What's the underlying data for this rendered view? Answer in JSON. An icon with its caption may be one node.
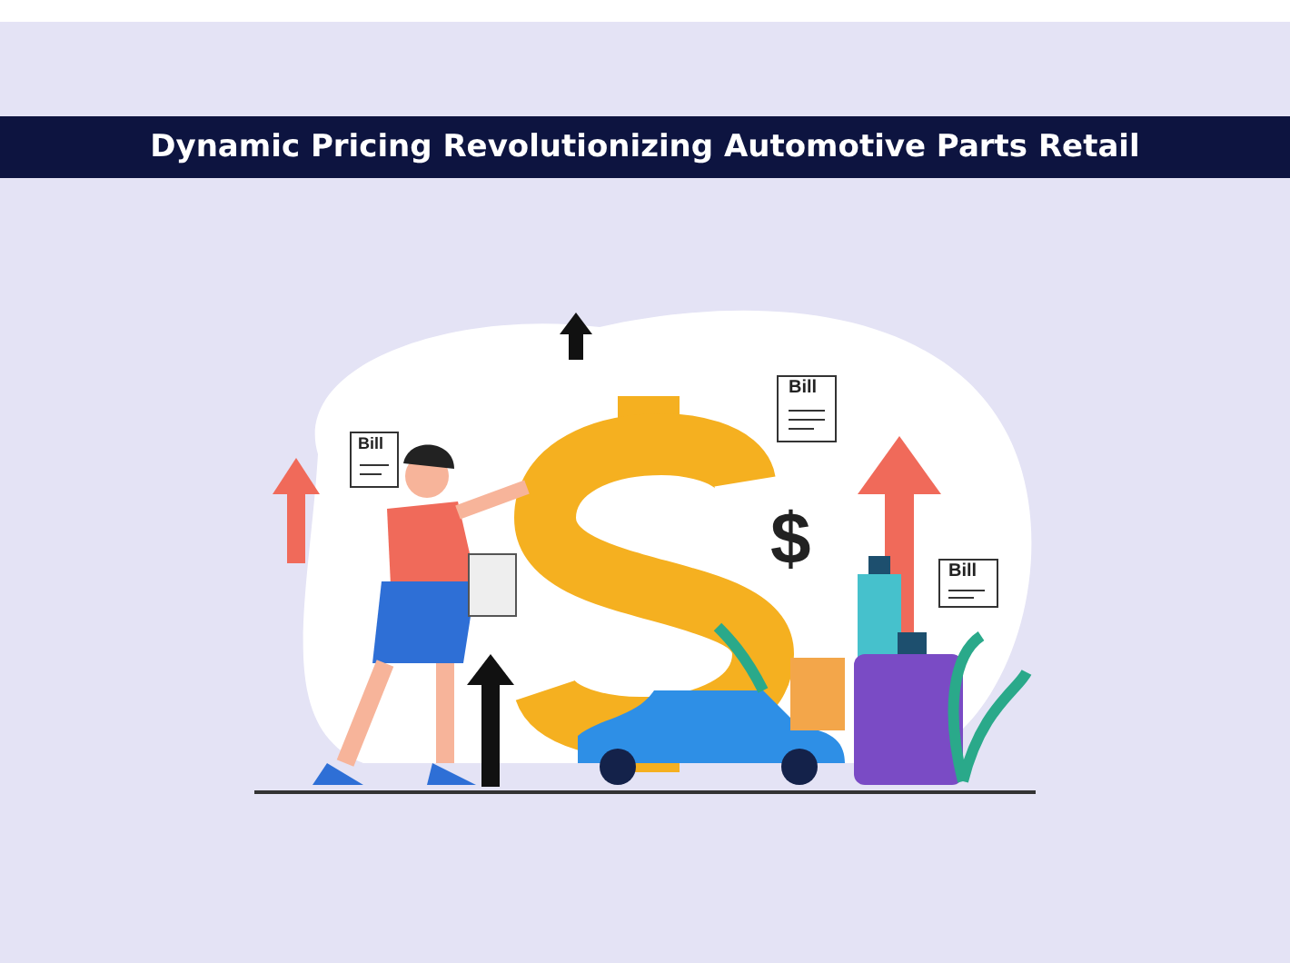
{
  "diagram": {
    "title": "Dynamic Pricing Revolutionizing Automotive Parts Retail",
    "labels": [
      "Bill",
      "Bill",
      "$",
      "Bill"
    ]
  }
}
